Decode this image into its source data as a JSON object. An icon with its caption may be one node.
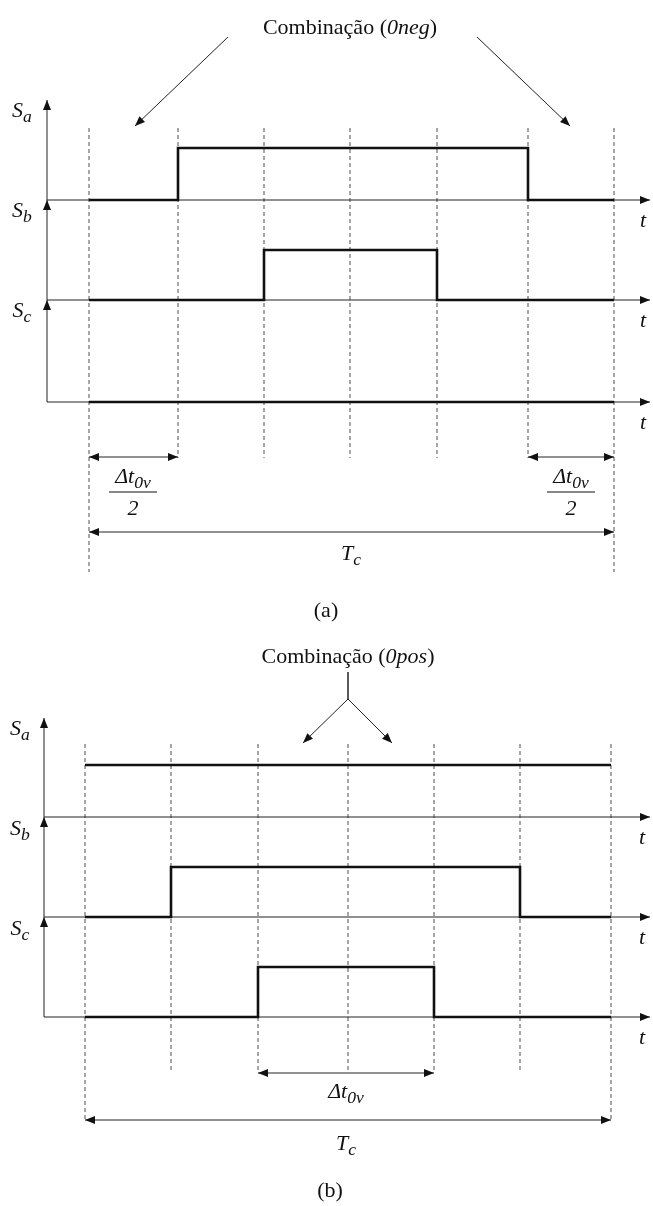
{
  "diagram": {
    "nodes": [
      {
        "text": [
          "Combinação (*0neg*)"
        ]
      },
      {
        "text": [
          "Combinação (*0pos*)"
        ]
      }
    ],
    "edges": [
      {
        "from": 0,
        "to": null,
        "arrow": "to"
      },
      {
        "from": 0,
        "to": null,
        "arrow": "to"
      },
      {
        "from": 1,
        "to": null,
        "arrow": "to"
      },
      {
        "from": 1,
        "to": null,
        "arrow": "to"
      }
    ],
    "labels": [
      "S$_{a}$",
      "S$_{b}$",
      "t",
      "S$_{c}$",
      "t",
      "t",
      "Δt$_{0v}$",
      "2",
      "Δt$_{0v}$",
      "2",
      "T$_{c}$",
      "(a)",
      "S$_{a}$",
      "S$_{b}$",
      "t",
      "S$_{c}$",
      "t",
      "t",
      "Δt$_{0v}$",
      "T$_{c}$",
      "(b)"
    ]
  }
}
